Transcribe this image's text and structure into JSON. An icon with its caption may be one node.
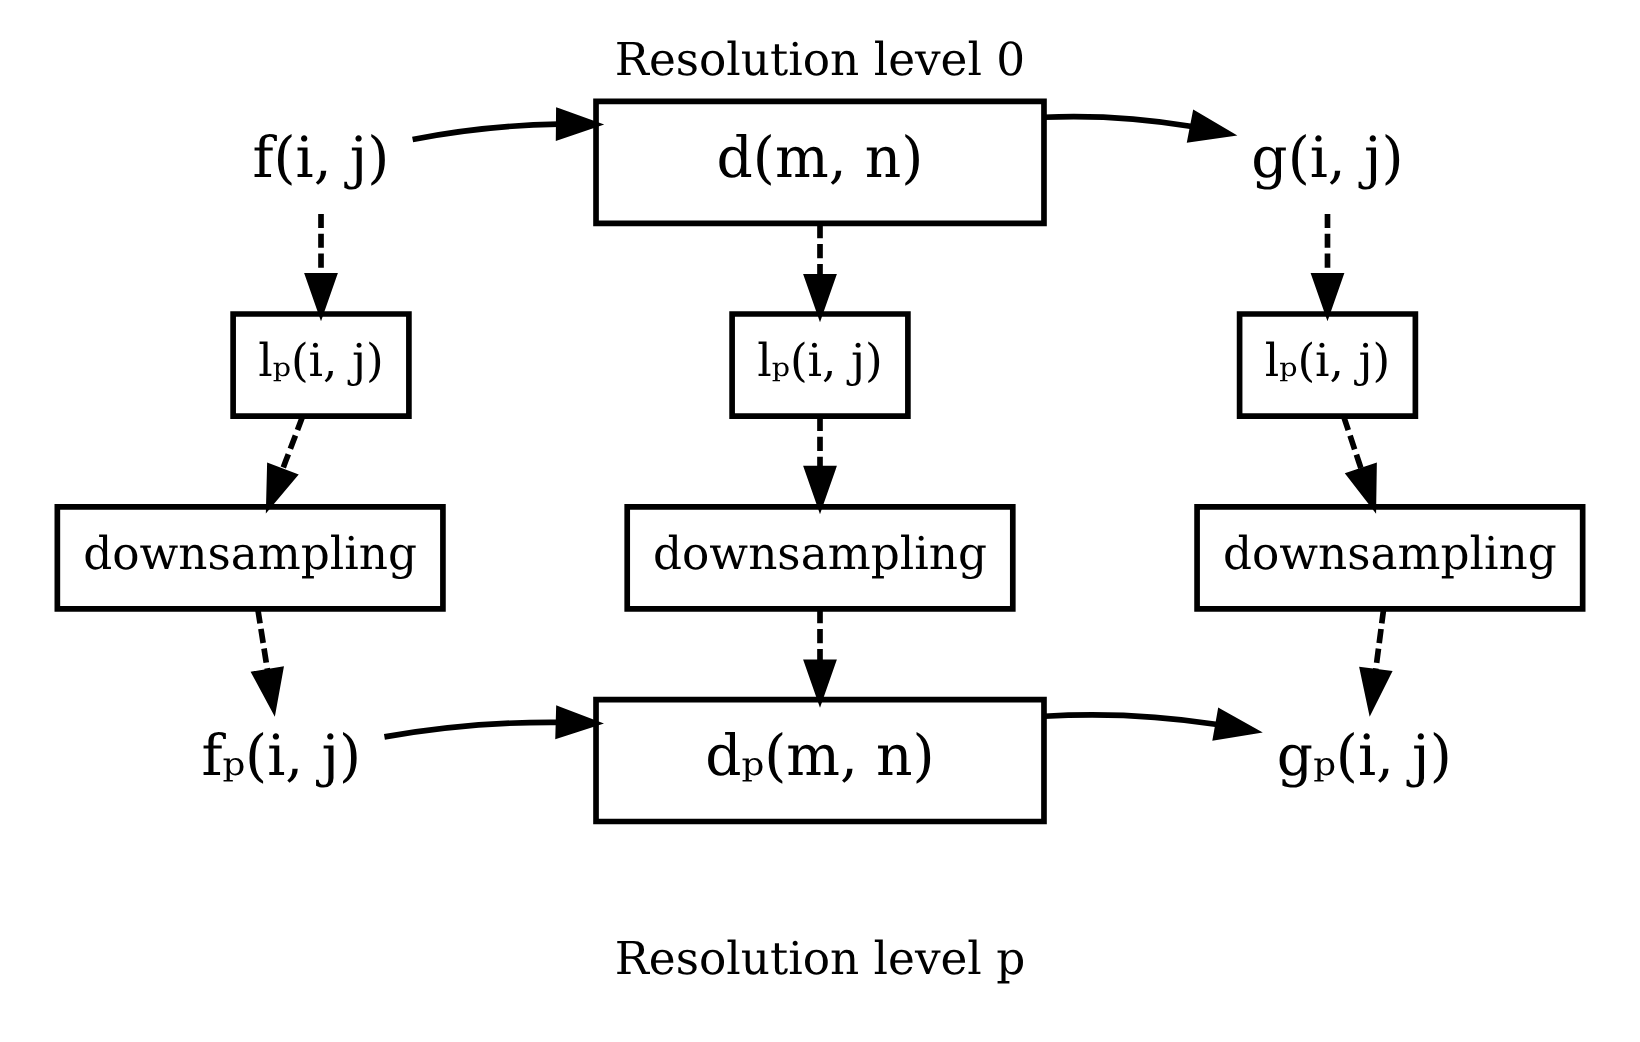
{
  "diagram": {
    "title": "Resolution level 0",
    "caption": "Resolution level p",
    "nodes": [
      {
        "text": [
          "f(i, j)"
        ]
      },
      {
        "text": [
          "d(m, n)"
        ]
      },
      {
        "text": [
          "g(i, j)"
        ]
      },
      {
        "text": [
          "lₚ(i, j)"
        ]
      },
      {
        "text": [
          "lₚ(i, j)"
        ]
      },
      {
        "text": [
          "lₚ(i, j)"
        ]
      },
      {
        "text": [
          "downsampling"
        ]
      },
      {
        "text": [
          "downsampling"
        ]
      },
      {
        "text": [
          "downsampling"
        ]
      },
      {
        "text": [
          "fₚ(i, j)"
        ]
      },
      {
        "text": [
          "dₚ(m, n)"
        ]
      },
      {
        "text": [
          "gₚ(i, j)"
        ]
      }
    ],
    "edges": [
      {
        "from": 0,
        "to": 1,
        "arrow": "to"
      },
      {
        "from": 1,
        "to": 2,
        "arrow": "to"
      },
      {
        "from": 0,
        "to": 3,
        "arrow": "to",
        "style": "dashed"
      },
      {
        "from": 1,
        "to": 4,
        "arrow": "to",
        "style": "dashed"
      },
      {
        "from": 2,
        "to": 5,
        "arrow": "to",
        "style": "dashed"
      },
      {
        "from": 3,
        "to": 6,
        "arrow": "to",
        "style": "dashed"
      },
      {
        "from": 4,
        "to": 7,
        "arrow": "to",
        "style": "dashed"
      },
      {
        "from": 5,
        "to": 8,
        "arrow": "to",
        "style": "dashed"
      },
      {
        "from": 6,
        "to": 9,
        "arrow": "to",
        "style": "dashed"
      },
      {
        "from": 7,
        "to": 10,
        "arrow": "to",
        "style": "dashed"
      },
      {
        "from": 8,
        "to": 11,
        "arrow": "to",
        "style": "dashed"
      },
      {
        "from": 9,
        "to": 10,
        "arrow": "to"
      },
      {
        "from": 10,
        "to": 11,
        "arrow": "to"
      }
    ]
  }
}
